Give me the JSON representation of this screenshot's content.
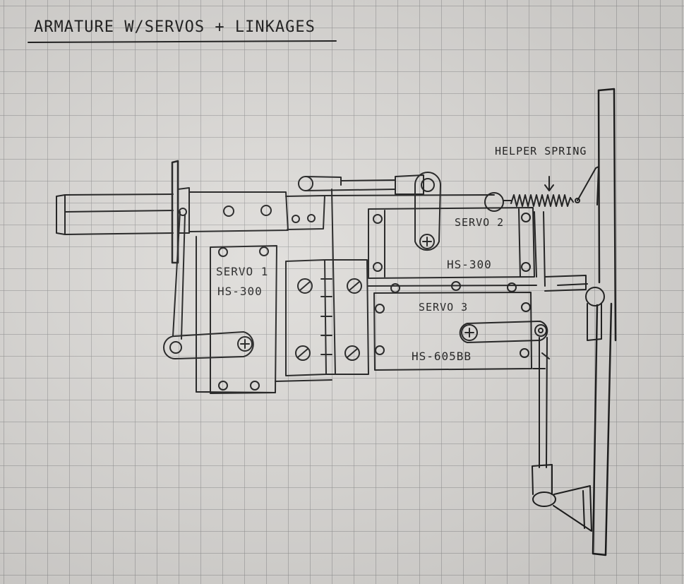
{
  "title": "ARMATURE W/SERVOS + LINKAGES",
  "labels": {
    "servo1_name": "SERVO 1",
    "servo1_model": "HS-300",
    "servo2_name": "SERVO 2",
    "servo2_model": "HS-300",
    "servo3_name": "SERVO 3",
    "servo3_model": "HS-605BB",
    "helper_spring": "HELPER SPRING"
  },
  "colors": {
    "ink": "#1c1c1c",
    "paper": "#dedcd9",
    "grid": "#969696"
  }
}
